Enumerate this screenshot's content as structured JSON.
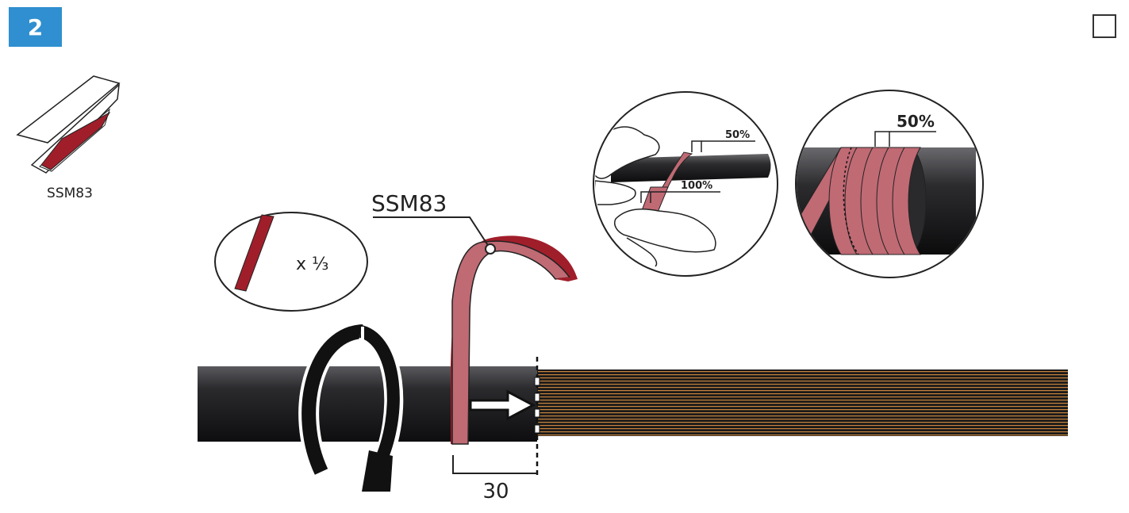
{
  "step": {
    "number": "2"
  },
  "product_icon": {
    "label": "SSM83"
  },
  "inset_amount": {
    "label": "x ⅓"
  },
  "tape_callout": {
    "label": "SSM83"
  },
  "dimension": {
    "value": "30"
  },
  "detail_hand": {
    "overlap_label": "50%",
    "stretch_label": "100%"
  },
  "detail_wrap": {
    "overlap_label": "50%"
  },
  "colors": {
    "badge": "#2f8fd0",
    "tape": "#c06a74",
    "tape_dark": "#a01e2a",
    "cable": "#1c1c1e",
    "wire_stripe": "#c8843e"
  }
}
